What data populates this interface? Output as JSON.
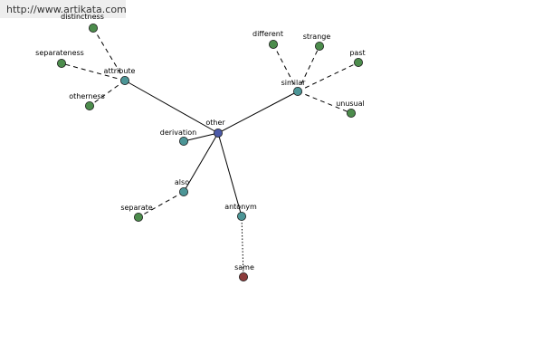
{
  "watermark": "http://www.artikata.com",
  "colors": {
    "hub": "#4c5aa8",
    "relation": "#4c9596",
    "synonym": "#4c8c4c",
    "antonym": "#8c3c3c"
  },
  "graph": {
    "center": {
      "id": "other",
      "label": "other"
    },
    "nodes": [
      {
        "id": "other",
        "label": "other",
        "kind": "hub"
      },
      {
        "id": "attribute",
        "label": "attribute",
        "kind": "relation"
      },
      {
        "id": "similar",
        "label": "similar",
        "kind": "relation"
      },
      {
        "id": "derivation",
        "label": "derivation",
        "kind": "relation"
      },
      {
        "id": "also",
        "label": "also",
        "kind": "relation"
      },
      {
        "id": "antonym",
        "label": "antonym",
        "kind": "relation"
      },
      {
        "id": "distinctness",
        "label": "distinctness",
        "kind": "synonym"
      },
      {
        "id": "separateness",
        "label": "separateness",
        "kind": "synonym"
      },
      {
        "id": "otherness",
        "label": "otherness",
        "kind": "synonym"
      },
      {
        "id": "different",
        "label": "different",
        "kind": "synonym"
      },
      {
        "id": "strange",
        "label": "strange",
        "kind": "synonym"
      },
      {
        "id": "past",
        "label": "past",
        "kind": "synonym"
      },
      {
        "id": "unusual",
        "label": "unusual",
        "kind": "synonym"
      },
      {
        "id": "separate",
        "label": "separate",
        "kind": "synonym"
      },
      {
        "id": "same",
        "label": "same",
        "kind": "antonym"
      }
    ],
    "edges": [
      {
        "from": "other",
        "to": "attribute",
        "style": "solid"
      },
      {
        "from": "other",
        "to": "similar",
        "style": "solid"
      },
      {
        "from": "other",
        "to": "derivation",
        "style": "solid"
      },
      {
        "from": "other",
        "to": "also",
        "style": "solid"
      },
      {
        "from": "other",
        "to": "antonym",
        "style": "solid"
      },
      {
        "from": "attribute",
        "to": "distinctness",
        "style": "dashed"
      },
      {
        "from": "attribute",
        "to": "separateness",
        "style": "dashed"
      },
      {
        "from": "attribute",
        "to": "otherness",
        "style": "dashed"
      },
      {
        "from": "similar",
        "to": "different",
        "style": "dashed"
      },
      {
        "from": "similar",
        "to": "strange",
        "style": "dashed"
      },
      {
        "from": "similar",
        "to": "past",
        "style": "dashed"
      },
      {
        "from": "similar",
        "to": "unusual",
        "style": "dashed"
      },
      {
        "from": "also",
        "to": "separate",
        "style": "dashed"
      },
      {
        "from": "antonym",
        "to": "same",
        "style": "dotted"
      }
    ]
  }
}
